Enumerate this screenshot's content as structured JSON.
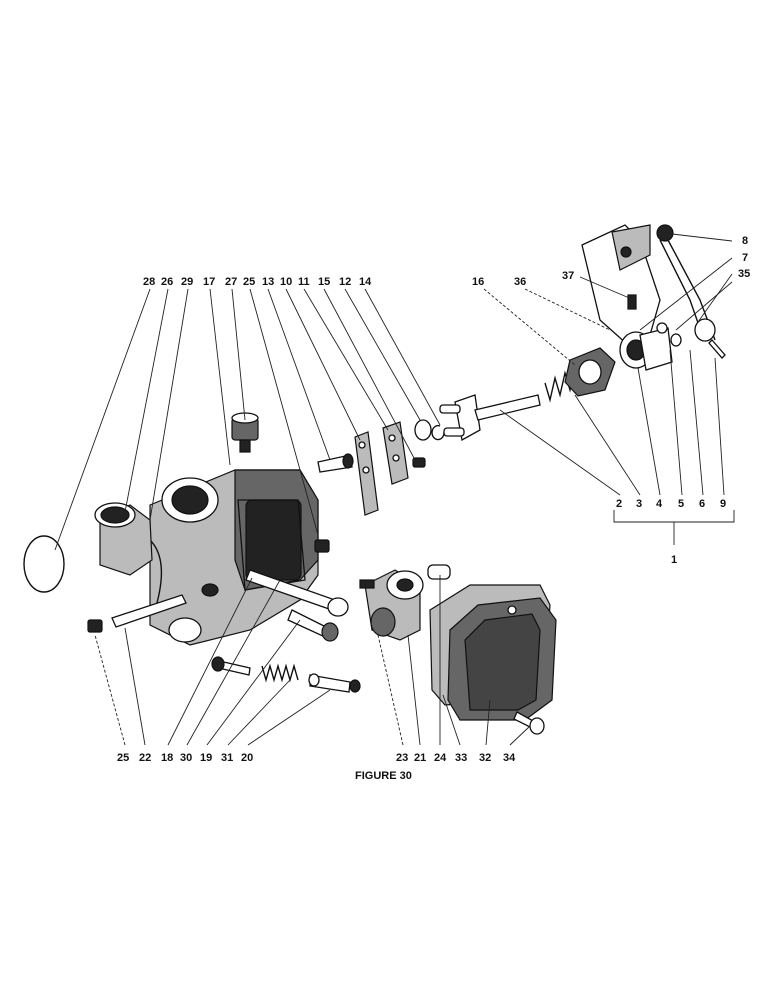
{
  "figure": {
    "caption": "FIGURE 30",
    "top_labels": [
      "28",
      "26",
      "29",
      "17",
      "27",
      "25",
      "13",
      "10",
      "11",
      "15",
      "12",
      "14"
    ],
    "right_top_labels": [
      "16",
      "36",
      "37",
      "8",
      "7",
      "35"
    ],
    "right_row_labels": [
      "2",
      "3",
      "4",
      "5",
      "6",
      "9"
    ],
    "group_label": "1",
    "bottom_left_labels": [
      "25",
      "22",
      "18",
      "30",
      "19",
      "31",
      "20"
    ],
    "bottom_right_labels": [
      "23",
      "21",
      "24",
      "33",
      "32",
      "34"
    ]
  }
}
